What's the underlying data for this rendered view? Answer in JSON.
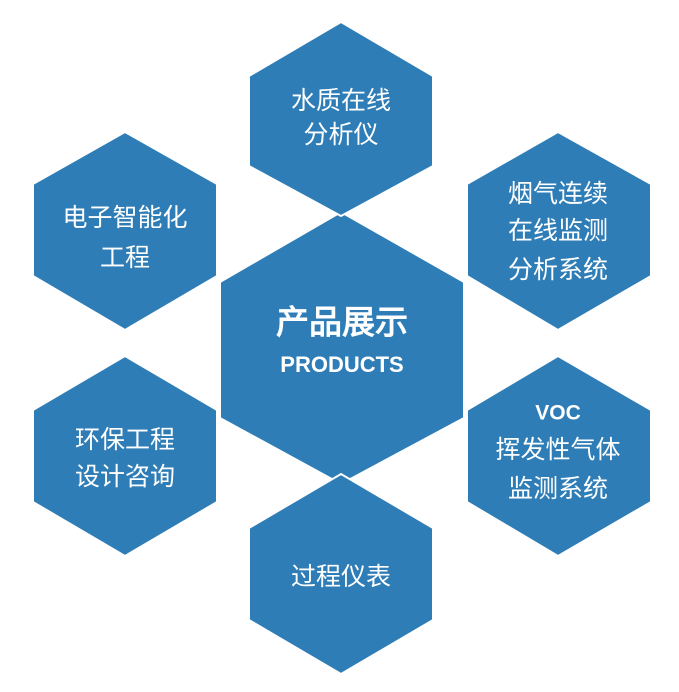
{
  "colors": {
    "hex_fill": "#2f7db6",
    "hex_stroke": "#ffffff",
    "text": "#ffffff",
    "background": "#ffffff"
  },
  "center": {
    "title": "产品展示",
    "subtitle": "PRODUCTS"
  },
  "products": [
    {
      "id": "water-quality",
      "lines": [
        "水质在线",
        "分析仪"
      ]
    },
    {
      "id": "flue-gas",
      "lines": [
        "烟气连续",
        "在线监测",
        "分析系统"
      ]
    },
    {
      "id": "voc",
      "lines": [
        "VOC",
        "挥发性气体",
        "监测系统"
      ]
    },
    {
      "id": "process-instrument",
      "lines": [
        "过程仪表"
      ]
    },
    {
      "id": "environmental-engineering",
      "lines": [
        "环保工程",
        "设计咨询"
      ]
    },
    {
      "id": "electronic-intelligence",
      "lines": [
        "电子智能化",
        "工程"
      ]
    }
  ]
}
